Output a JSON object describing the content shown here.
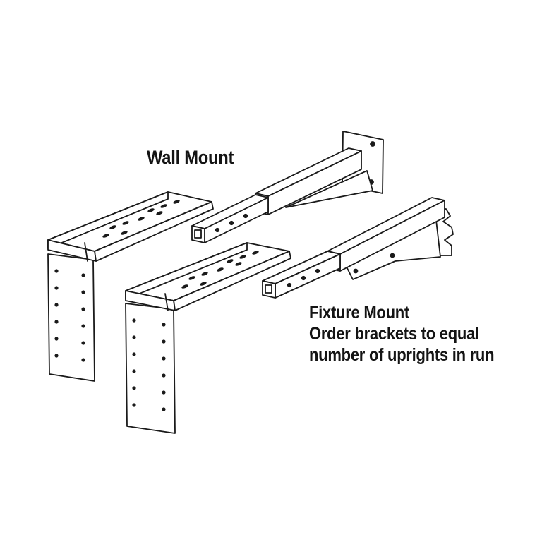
{
  "labels": {
    "wall_mount": "Wall Mount",
    "fixture_mount": "Fixture Mount",
    "fixture_note_line1": "Order brackets to equal",
    "fixture_note_line2": "number of uprights in run"
  },
  "colors": {
    "ink": "#1a1a1a",
    "paper": "#ffffff"
  }
}
